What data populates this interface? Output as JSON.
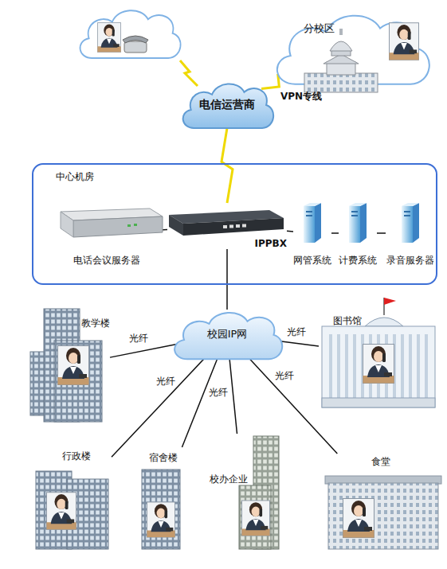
{
  "diagram": {
    "nodes": [
      {
        "text": [
          "分校区"
        ]
      },
      {
        "text": [
          "电信运营商"
        ]
      },
      {
        "text": [
          "中心机房"
        ]
      },
      {
        "text": [
          "电话会议服务器"
        ],
        "in": 2
      },
      {
        "text": [
          "IPPBX"
        ],
        "in": 2
      },
      {
        "text": [
          "网管系统"
        ],
        "in": 2
      },
      {
        "text": [
          "计费系统"
        ],
        "in": 2
      },
      {
        "text": [
          "录音服务器"
        ],
        "in": 2
      },
      {
        "text": [
          "校园IP网"
        ]
      },
      {
        "text": [
          "教学楼"
        ]
      },
      {
        "text": [
          "图书馆"
        ]
      },
      {
        "text": [
          "行政楼"
        ]
      },
      {
        "text": [
          "宿舍楼"
        ]
      },
      {
        "text": [
          "校办企业"
        ]
      },
      {
        "text": [
          "食堂"
        ]
      }
    ],
    "edges": [
      {
        "from": 1,
        "to": 0,
        "label": "VPN专线",
        "arrow": "none"
      },
      {
        "from": 1,
        "to": 4,
        "arrow": "none"
      },
      {
        "from": 3,
        "to": 4,
        "arrow": "none"
      },
      {
        "from": 4,
        "to": 5,
        "arrow": "none"
      },
      {
        "from": 5,
        "to": 6,
        "arrow": "none"
      },
      {
        "from": 6,
        "to": 7,
        "arrow": "none"
      },
      {
        "from": 4,
        "to": 8,
        "arrow": "none"
      },
      {
        "from": 8,
        "to": 9,
        "label": "光纤",
        "arrow": "none"
      },
      {
        "from": 8,
        "to": 10,
        "label": "光纤",
        "arrow": "none"
      },
      {
        "from": 8,
        "to": 11,
        "label": "光纤",
        "arrow": "none"
      },
      {
        "from": 8,
        "to": 12,
        "label": "光纤",
        "arrow": "none"
      },
      {
        "from": 8,
        "to": 13,
        "arrow": "none"
      },
      {
        "from": 8,
        "to": 14,
        "label": "光纤",
        "arrow": "none"
      }
    ]
  }
}
